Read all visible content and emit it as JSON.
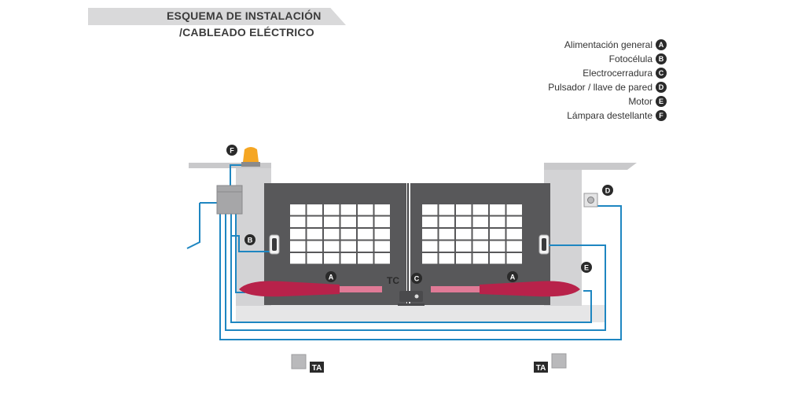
{
  "header": {
    "title_line1": "ESQUEMA DE INSTALACIÓN",
    "title_line2": "/CABLEADO ELÉCTRICO"
  },
  "legend": [
    {
      "letter": "A",
      "label": "Alimentación general"
    },
    {
      "letter": "B",
      "label": "Fotocélula"
    },
    {
      "letter": "C",
      "label": "Electrocerradura"
    },
    {
      "letter": "D",
      "label": "Pulsador / llave de pared"
    },
    {
      "letter": "E",
      "label": "Motor"
    },
    {
      "letter": "F",
      "label": "Lámpara destellante"
    }
  ],
  "diagram": {
    "callouts": {
      "a1": "A",
      "a2": "A",
      "b": "B",
      "c": "C",
      "d": "D",
      "e": "E",
      "f": "F"
    },
    "tc_label": "TC",
    "ta_left_label": "TA",
    "ta_right_label": "TA"
  },
  "colors": {
    "wire": "#1e86c1",
    "gate": "#58585a",
    "motor": "#b8224a",
    "wall": "#d0d0d2",
    "lamp": "#f5a623",
    "badge": "#2a2a2a"
  }
}
